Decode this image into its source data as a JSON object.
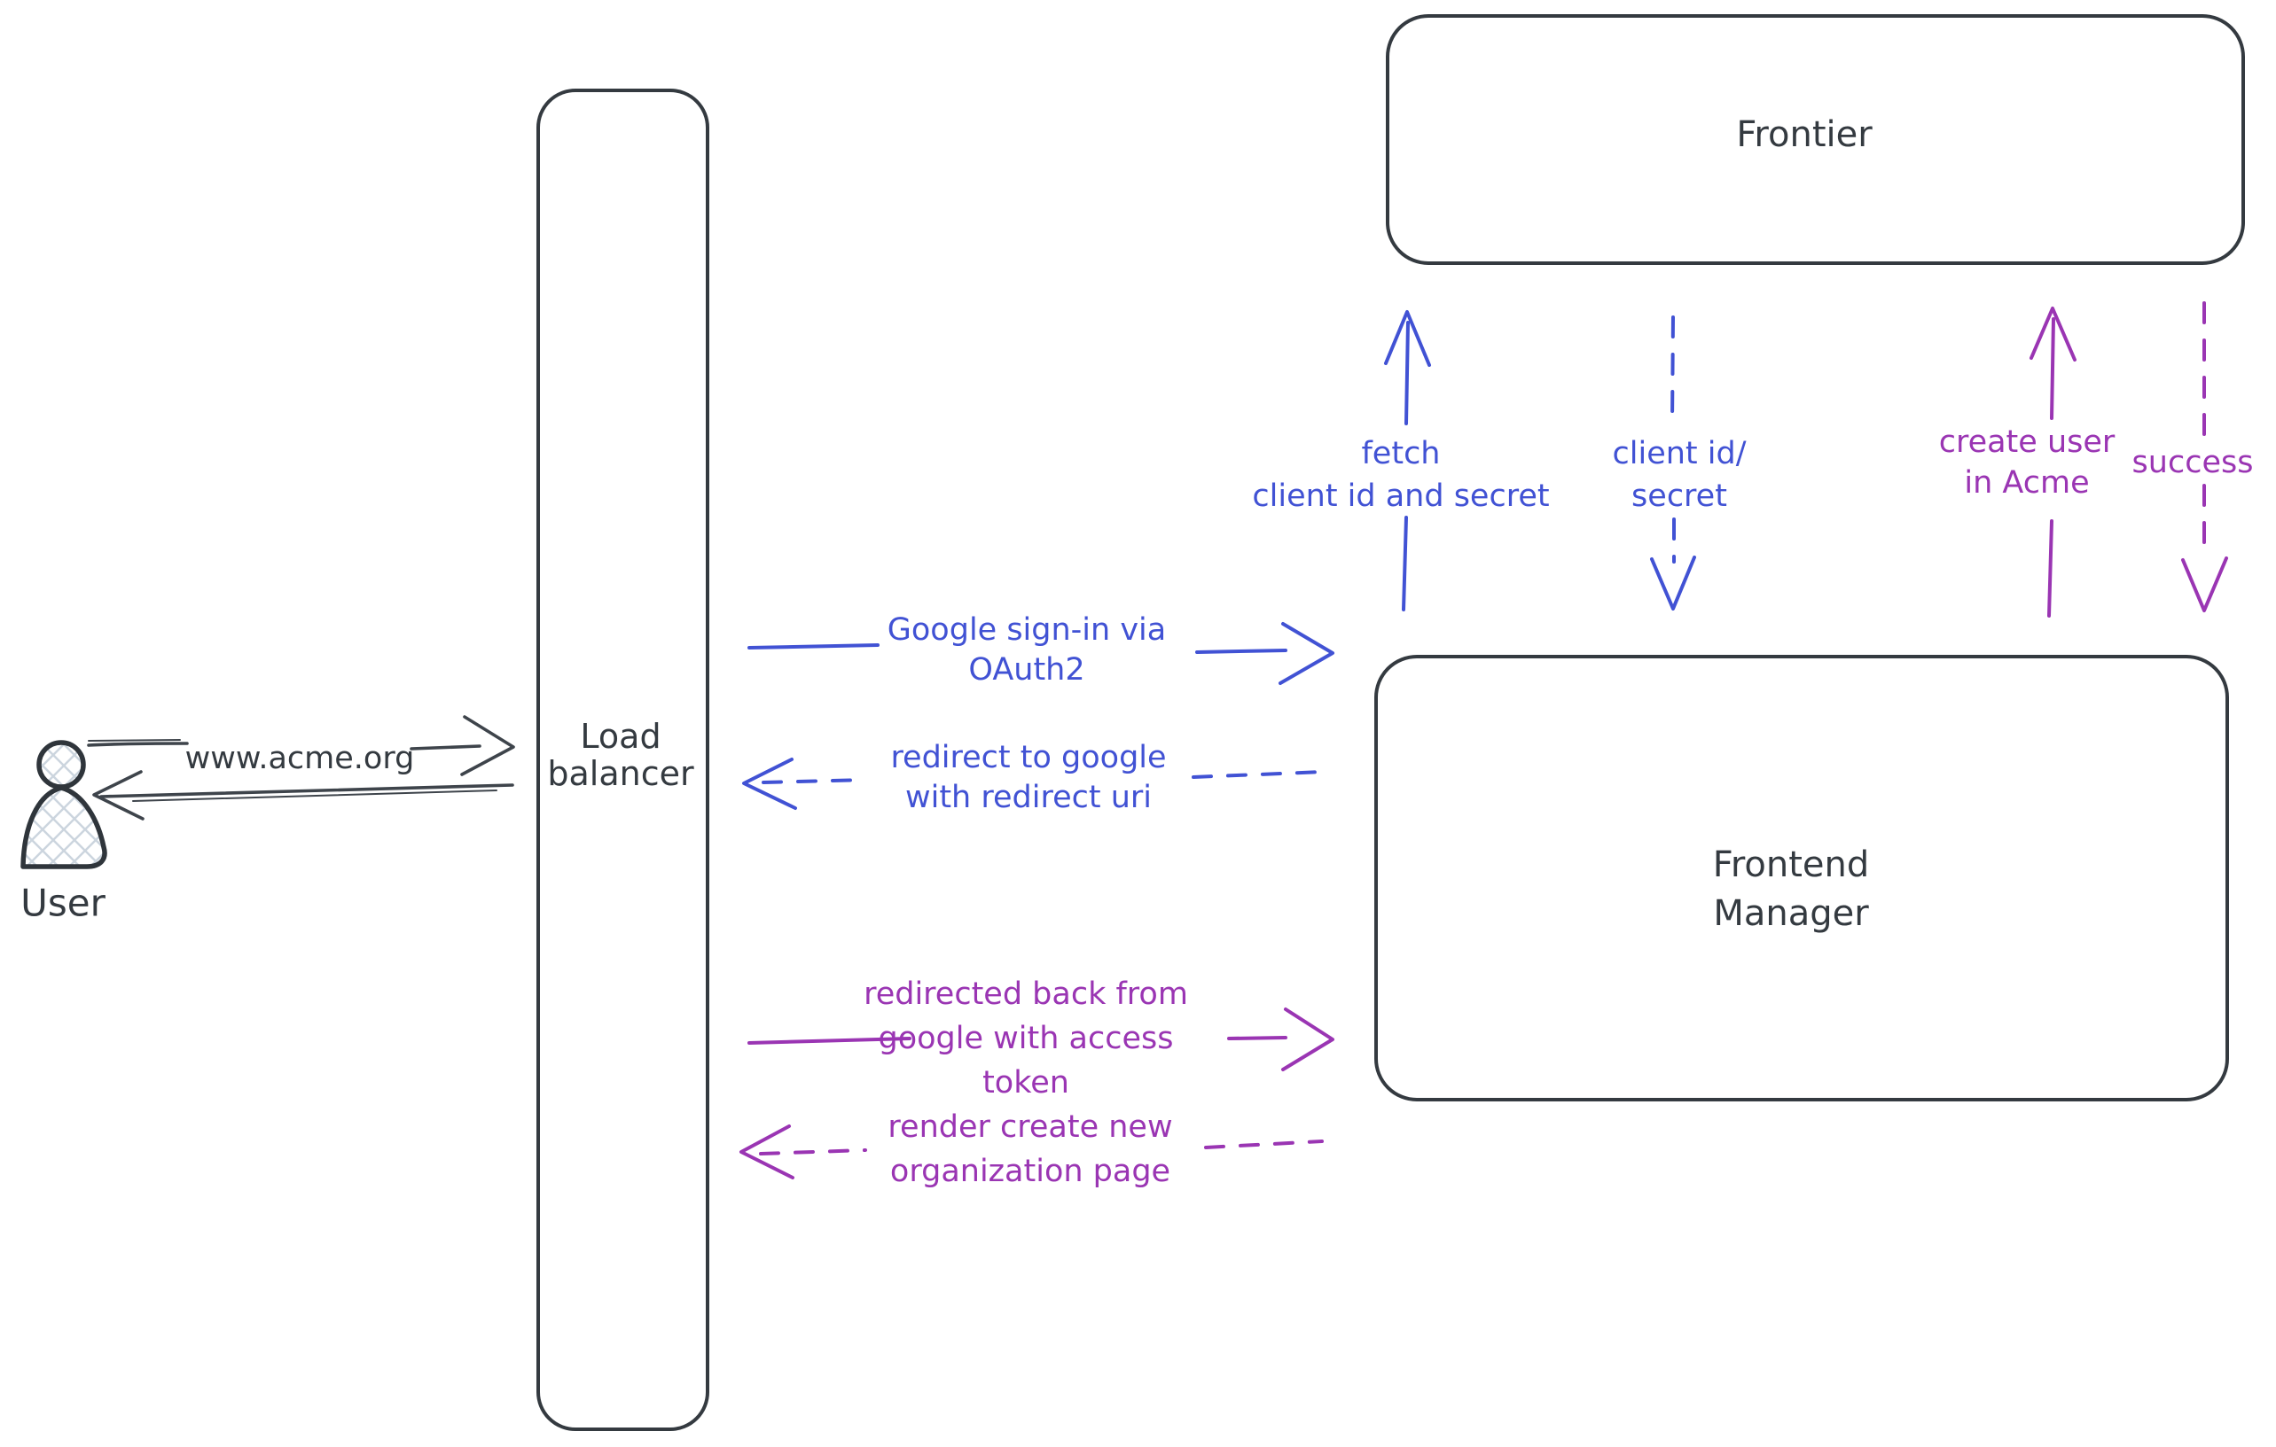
{
  "diagram": {
    "background": "#ffffff",
    "colors": {
      "dark": "#343a40",
      "blue": "#4152d4",
      "purple": "#9a35b3",
      "hatch_fill": "#ccd5de"
    },
    "nodes": {
      "user": {
        "label": "User",
        "type": "actor"
      },
      "load_balancer": {
        "label": "Load\nbalancer",
        "type": "box"
      },
      "frontier": {
        "label": "Frontier",
        "type": "box"
      },
      "frontend_manager": {
        "label": "Frontend\nManager",
        "type": "box"
      }
    },
    "messages": {
      "www_acme": {
        "label": "www.acme.org",
        "color": "#343a40",
        "line": "solid",
        "direction": "right"
      },
      "return_to_user": {
        "label": "",
        "color": "#343a40",
        "line": "solid",
        "direction": "left"
      },
      "google_signin": {
        "label": "Google sign-in via\nOAuth2",
        "color": "#4152d4",
        "line": "solid",
        "direction": "right"
      },
      "redirect_to_google": {
        "label": "redirect to google\nwith redirect uri",
        "color": "#4152d4",
        "line": "dashed",
        "direction": "left"
      },
      "redirected_back": {
        "label": "redirected back from\ngoogle with access\ntoken",
        "color": "#9a35b3",
        "line": "solid",
        "direction": "right"
      },
      "render_org_page": {
        "label": "render create new\norganization page",
        "color": "#9a35b3",
        "line": "dashed",
        "direction": "left"
      },
      "fetch_client_secret": {
        "label": "fetch\nclient id and secret",
        "color": "#4152d4",
        "line": "solid",
        "direction": "up"
      },
      "client_id_secret": {
        "label": "client id/\nsecret",
        "color": "#4152d4",
        "line": "dashed",
        "direction": "down"
      },
      "create_user": {
        "label": "create user\nin Acme",
        "color": "#9a35b3",
        "line": "solid",
        "direction": "up"
      },
      "success": {
        "label": "success",
        "color": "#9a35b3",
        "line": "dashed",
        "direction": "down"
      }
    }
  }
}
